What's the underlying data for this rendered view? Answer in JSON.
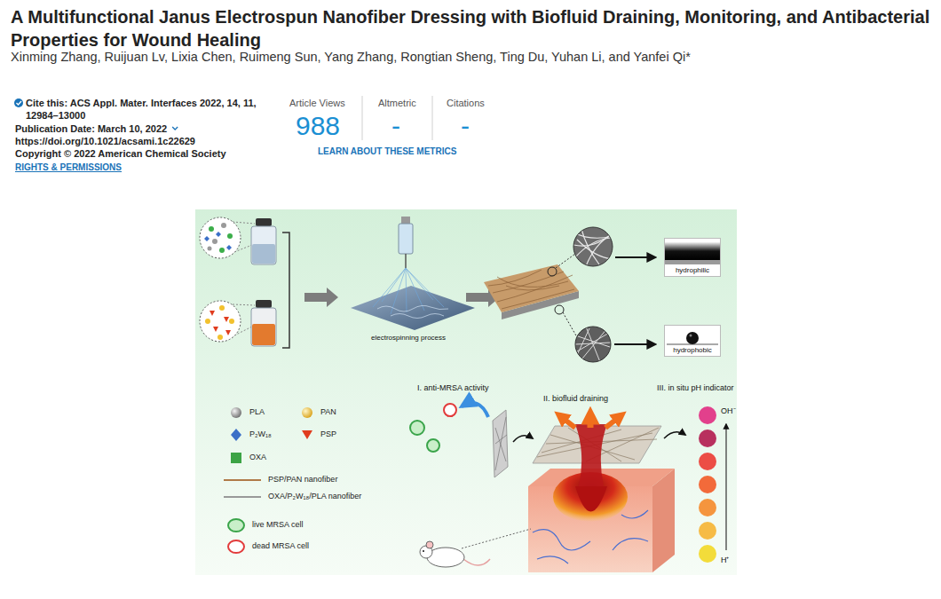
{
  "diagram": {
    "title": "A Multifunctional Janus Electrospun Nanofiber Dressing with Biofluid Draining, Monitoring, and Antibacterial Properties for Wound Healing",
    "nodes": [
      {
        "text": [
          "hydrophilic"
        ]
      },
      {
        "text": [
          "hydrophobic"
        ]
      }
    ],
    "labels": [
      "Xinming Zhang, Ruijuan Lv, Lixia Chen, Ruimeng Sun, Yang Zhang, Rongtian Sheng, Ting Du, Yuhan Li, and Yanfei Qi*",
      "Cite this: ACS Appl. Mater. Interfaces 2022, 14, 11, 12984–13000",
      "Publication Date: March 10, 2022",
      "https://doi.org/10.1021/acsami.1c22629",
      "Copyright © 2022 American Chemical Society",
      "RIGHTS & PERMISSIONS",
      "Article Views",
      "988",
      "Altmetric",
      "-",
      "Citations",
      "-",
      "LEARN ABOUT THESE METRICS",
      "electrospinning process",
      "I. anti-MRSA activity",
      "II. biofluid draining",
      "III. in situ pH indicator",
      "OH⁻",
      "H⁺"
    ],
    "legend": [
      {
        "text": "PLA"
      },
      {
        "text": "PAN"
      },
      {
        "text": "P₂W₁₈"
      },
      {
        "text": "PSP"
      },
      {
        "text": "OXA"
      },
      {
        "text": "PSP/PAN nanofiber"
      },
      {
        "text": "OXA/P₂W₁₈/PLA nanofiber"
      },
      {
        "text": "live MRSA cell"
      },
      {
        "text": "dead MRSA cell"
      }
    ]
  }
}
